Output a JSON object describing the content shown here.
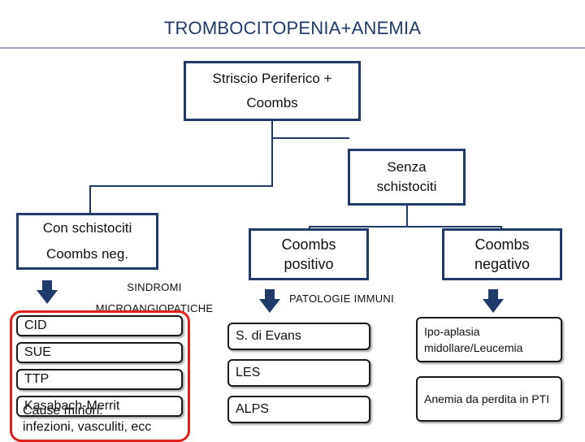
{
  "title": "TROMBOCITOPENIA+ANEMIA",
  "root_box": {
    "line1": "Striscio Periferico +",
    "line2": "Coombs"
  },
  "senza_box": {
    "line1": "Senza",
    "line2": "schistociti"
  },
  "con_box": {
    "line1": "Con schistociti",
    "line2": "Coombs neg."
  },
  "coombs_pos_box": {
    "line1": "Coombs",
    "line2": "positivo"
  },
  "coombs_neg_box": {
    "line1": "Coombs",
    "line2": "negativo"
  },
  "sindromi_label": {
    "line1": "SINDROMI",
    "line2": "MICROANGIOPATICHE"
  },
  "patologie_label": "PATOLOGIE IMMUNI",
  "left_items": [
    "CID",
    "SUE",
    "TTP",
    "Kasabach-Merrit",
    "Cause minori:",
    "infezioni, vasculiti, ecc"
  ],
  "mid_items": [
    "S. di Evans",
    "LES",
    "ALPS"
  ],
  "right_items": [
    "Ipo-aplasia midollare/Leucemia",
    "Anemia da perdita in PTI"
  ],
  "colors": {
    "box_border": "#1f3a6b",
    "title": "#1f3a6b",
    "highlight": "#e0201b"
  }
}
